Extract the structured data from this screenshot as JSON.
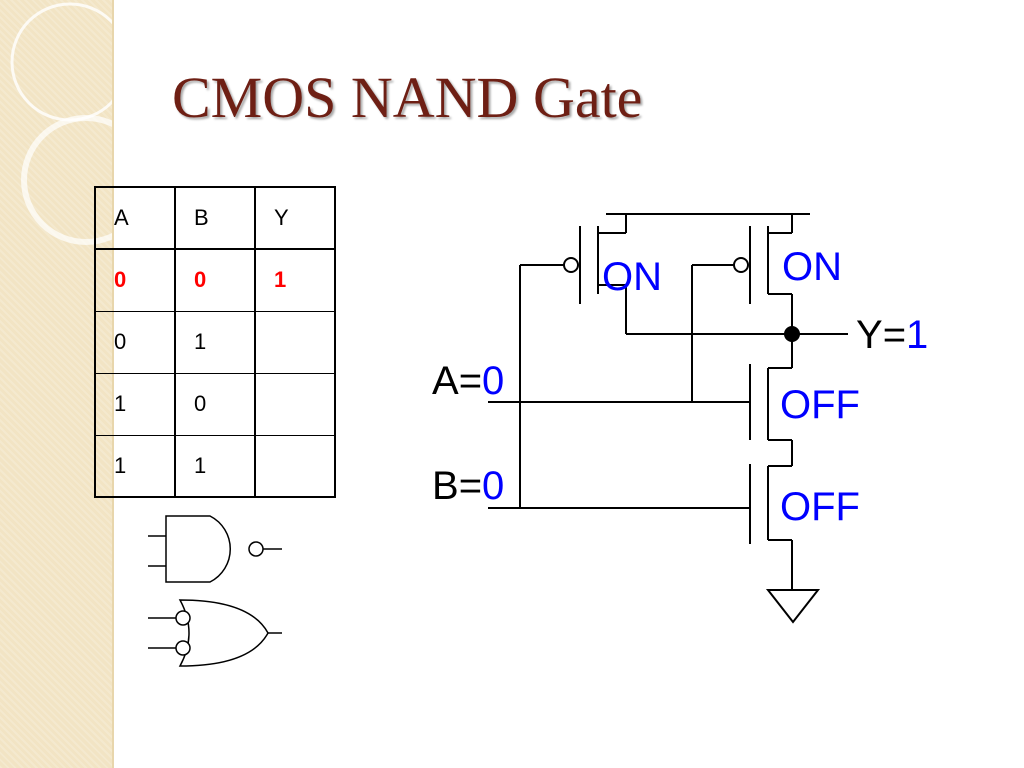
{
  "slide": {
    "title": "CMOS NAND Gate"
  },
  "truth_table": {
    "headers": [
      "A",
      "B",
      "Y"
    ],
    "rows": [
      [
        "0",
        "0",
        "1"
      ],
      [
        "0",
        "1",
        ""
      ],
      [
        "1",
        "0",
        ""
      ],
      [
        "1",
        "1",
        ""
      ]
    ],
    "highlighted_row": 0,
    "highlight_color": "#ff0000"
  },
  "circuit": {
    "input_a": {
      "name": "A",
      "eq": "=",
      "value": "0"
    },
    "input_b": {
      "name": "B",
      "eq": "=",
      "value": "0"
    },
    "output_y": {
      "name": "Y",
      "eq": "=",
      "value": "1"
    },
    "pmos_left_state": "ON",
    "pmos_right_state": "ON",
    "nmos_top_state": "OFF",
    "nmos_bottom_state": "OFF",
    "state_color": "#0000ff"
  },
  "colors": {
    "title": "#6e1f14",
    "band": "#f2e4c4",
    "wire": "#000000"
  },
  "symbols": [
    "nand-gate-symbol",
    "or-gate-with-inverted-inputs-symbol"
  ]
}
